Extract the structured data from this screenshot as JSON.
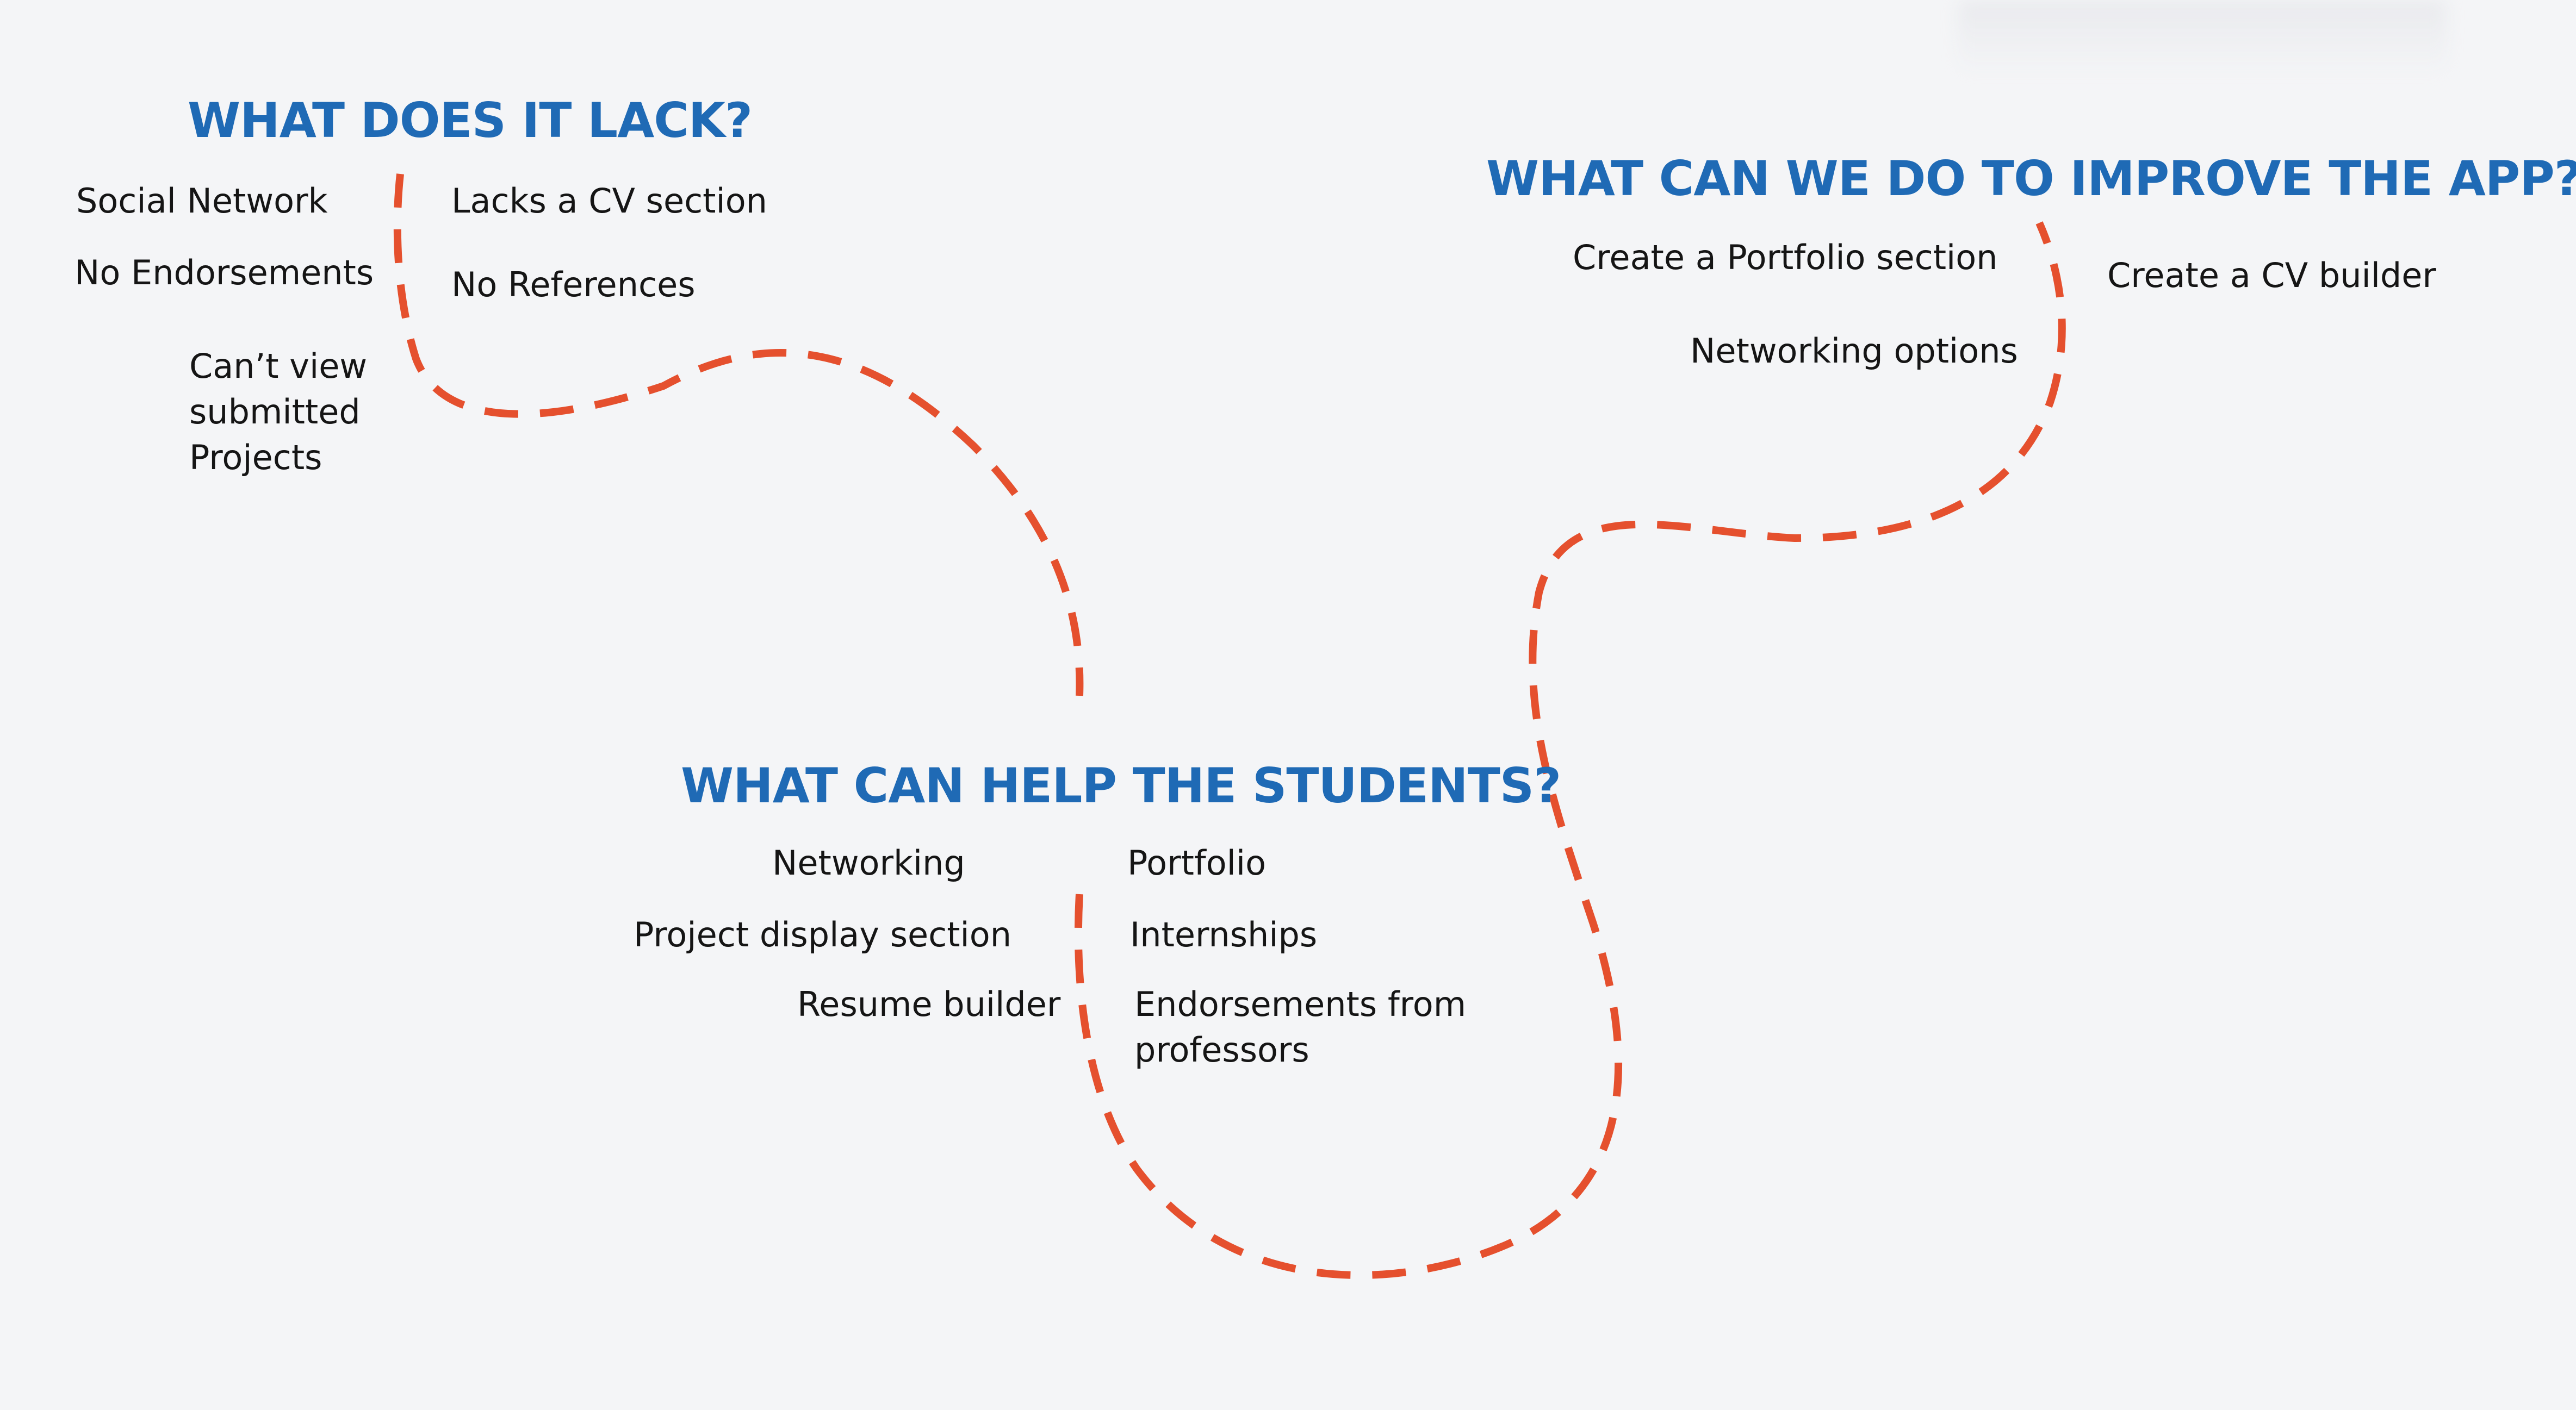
{
  "sections": {
    "lack": {
      "heading": "WHAT DOES IT LACK?",
      "items": [
        "Social Network",
        "No Endorsements",
        "Lacks a CV section",
        "No References",
        "Can’t view\nsubmitted\nProjects"
      ]
    },
    "improve": {
      "heading": "WHAT CAN WE DO TO IMPROVE THE APP?",
      "items": [
        "Create a Portfolio section",
        "Networking options",
        "Create a CV builder"
      ]
    },
    "help": {
      "heading": "WHAT CAN HELP THE STUDENTS?",
      "items": [
        "Networking",
        "Project display section",
        "Resume builder",
        "Portfolio",
        "Internships",
        "Endorsements from\nprofessors"
      ]
    }
  },
  "colors": {
    "heading": "#1f6ab5",
    "text": "#151515",
    "path": "#e5502e",
    "background": "#f4f5f7"
  }
}
